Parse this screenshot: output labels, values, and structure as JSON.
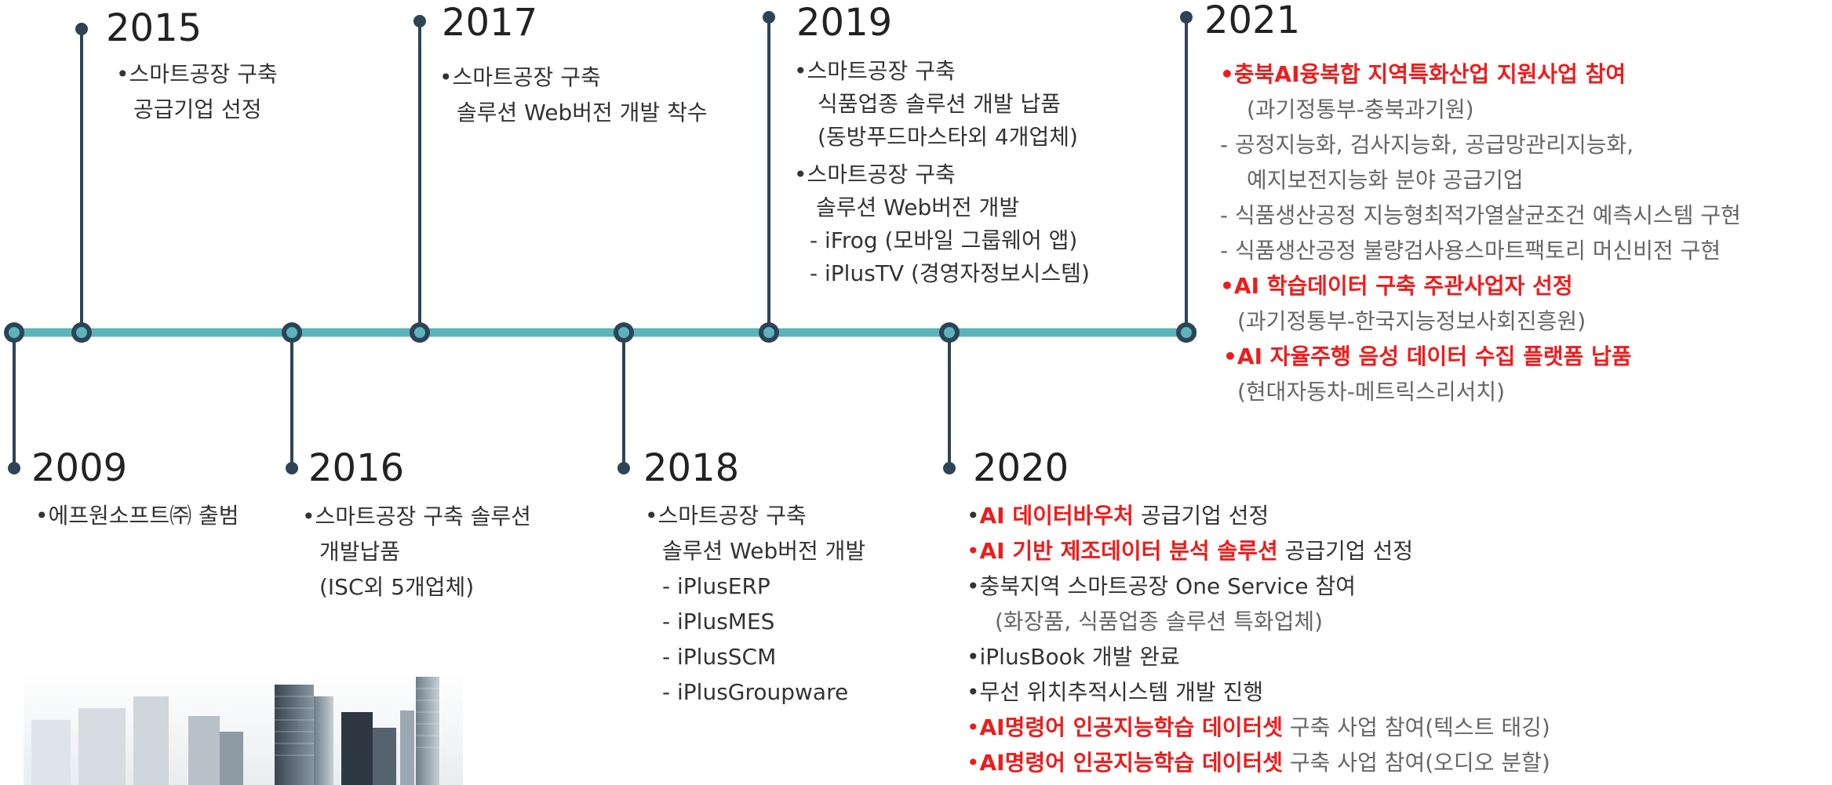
{
  "colors": {
    "axis": "#5bb4bb",
    "node": "#2d4457",
    "highlight": "#ee1c1c"
  },
  "years": {
    "y2009": "2009",
    "y2015": "2015",
    "y2016": "2016",
    "y2017": "2017",
    "y2018": "2018",
    "y2019": "2019",
    "y2020": "2020",
    "y2021": "2021"
  },
  "e2009": {
    "l1": "에프원소프트㈜ 출범"
  },
  "e2015": {
    "l1": "스마트공장 구축",
    "l2": "공급기업 선정"
  },
  "e2016": {
    "l1": "스마트공장 구축 솔루션",
    "l2": "개발납품",
    "l3": "(ISC외 5개업체)"
  },
  "e2017": {
    "l1": "스마트공장 구축",
    "l2": "솔루션 Web버전 개발 착수"
  },
  "e2018": {
    "l1": "스마트공장 구축",
    "l2": "솔루션 Web버전 개발",
    "l3": "- iPlusERP",
    "l4": "- iPlusMES",
    "l5": "- iPlusSCM",
    "l6": "- iPlusGroupware"
  },
  "e2019": {
    "l1": "스마트공장 구축",
    "l2": "식품업종 솔루션 개발 납품",
    "l3": "(동방푸드마스타외 4개업체)",
    "l4": "스마트공장 구축",
    "l5": "솔루션 Web버전 개발",
    "l6": "- iFrog (모바일 그룹웨어 앱)",
    "l7": "- iPlusTV (경영자정보시스템)"
  },
  "e2020": {
    "l1_red": "AI 데이터바우처",
    "l1_rest": " 공급기업 선정",
    "l2_red": "AI 기반 제조데이터 분석 솔루션",
    "l2_rest": " 공급기업 선정",
    "l3": "충북지역 스마트공장 One Service 참여",
    "l4": "(화장품, 식품업종 솔루션 특화업체)",
    "l5": "iPlusBook 개발 완료",
    "l6": "무선 위치추적시스템 개발 진행",
    "l7_red": "AI명령어 인공지능학습 데이터셋",
    "l7_rest": " 구축 사업 참여(텍스트 태깅)",
    "l8_red": "AI명령어 인공지능학습 데이터셋",
    "l8_rest": " 구축 사업 참여(오디오 분할)"
  },
  "e2021": {
    "l1": "충북AI융복합 지역특화산업 지원사업 참여",
    "l2": "(과기정통부-충북과기원)",
    "l3": "- 공정지능화, 검사지능화, 공급망관리지능화,",
    "l4": "예지보전지능화 분야 공급기업",
    "l5": "- 식품생산공정 지능형최적가열살균조건 예측시스템 구현",
    "l6": "- 식품생산공정 불량검사용스마트팩토리 머신비전 구현",
    "l7": "AI 학습데이터 구축 주관사업자 선정",
    "l8": "(과기정통부-한국지능정보사회진흥원)",
    "l9": "AI 자율주행 음성 데이터 수집 플랫폼 납품",
    "l10": "(현대자동차-메트릭스리서치)"
  }
}
